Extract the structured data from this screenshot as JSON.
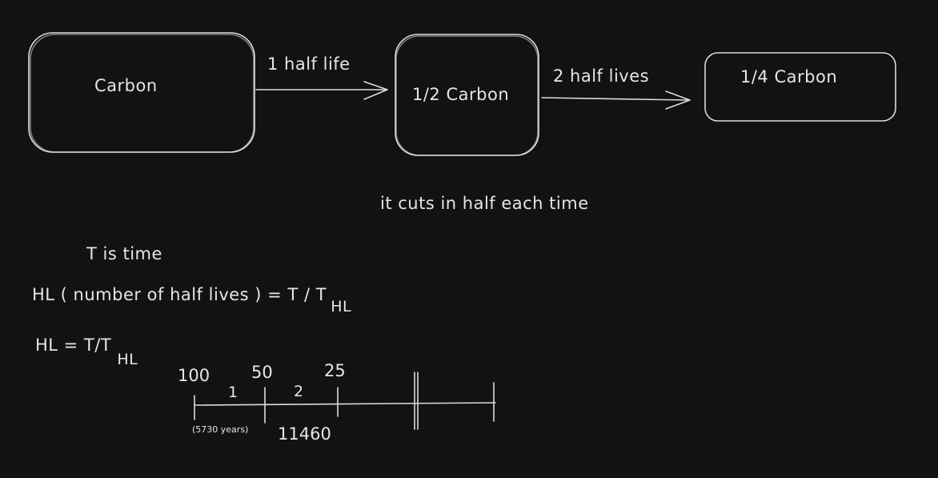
{
  "boxes": {
    "carbon": "Carbon",
    "half_carbon": "1/2 Carbon",
    "quarter_carbon": "1/4 Carbon"
  },
  "edges": {
    "one_half_life": "1 half life",
    "two_half_lives": "2 half lives"
  },
  "notes": {
    "cuts_in_half": "it cuts in half each time",
    "t_is_time": "T is time",
    "hl_definition": "HL ( number of half lives ) = T / T",
    "hl_definition_sub": "HL",
    "hl_formula": "HL = T/T",
    "hl_formula_sub": "HL"
  },
  "timeline": {
    "top_labels": [
      "100",
      "50",
      "25"
    ],
    "segment_labels": [
      "1",
      "2"
    ],
    "bottom_small": "(5730 years)",
    "bottom_value": "11460"
  },
  "colors": {
    "background": "#121212",
    "stroke": "#e6e6e6"
  }
}
